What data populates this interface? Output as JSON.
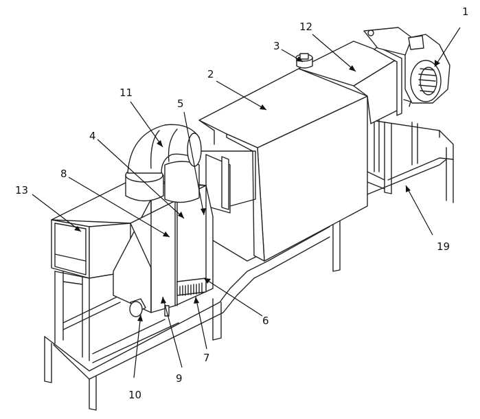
{
  "figure": {
    "callouts": [
      {
        "id": "c1",
        "label": "1"
      },
      {
        "id": "c2",
        "label": "2"
      },
      {
        "id": "c3",
        "label": "3"
      },
      {
        "id": "c4",
        "label": "4"
      },
      {
        "id": "c5",
        "label": "5"
      },
      {
        "id": "c6",
        "label": "6"
      },
      {
        "id": "c7",
        "label": "7"
      },
      {
        "id": "c8",
        "label": "8"
      },
      {
        "id": "c9",
        "label": "9"
      },
      {
        "id": "c10",
        "label": "10"
      },
      {
        "id": "c11",
        "label": "11"
      },
      {
        "id": "c12",
        "label": "12"
      },
      {
        "id": "c13",
        "label": "13"
      },
      {
        "id": "c19",
        "label": "19"
      }
    ]
  }
}
